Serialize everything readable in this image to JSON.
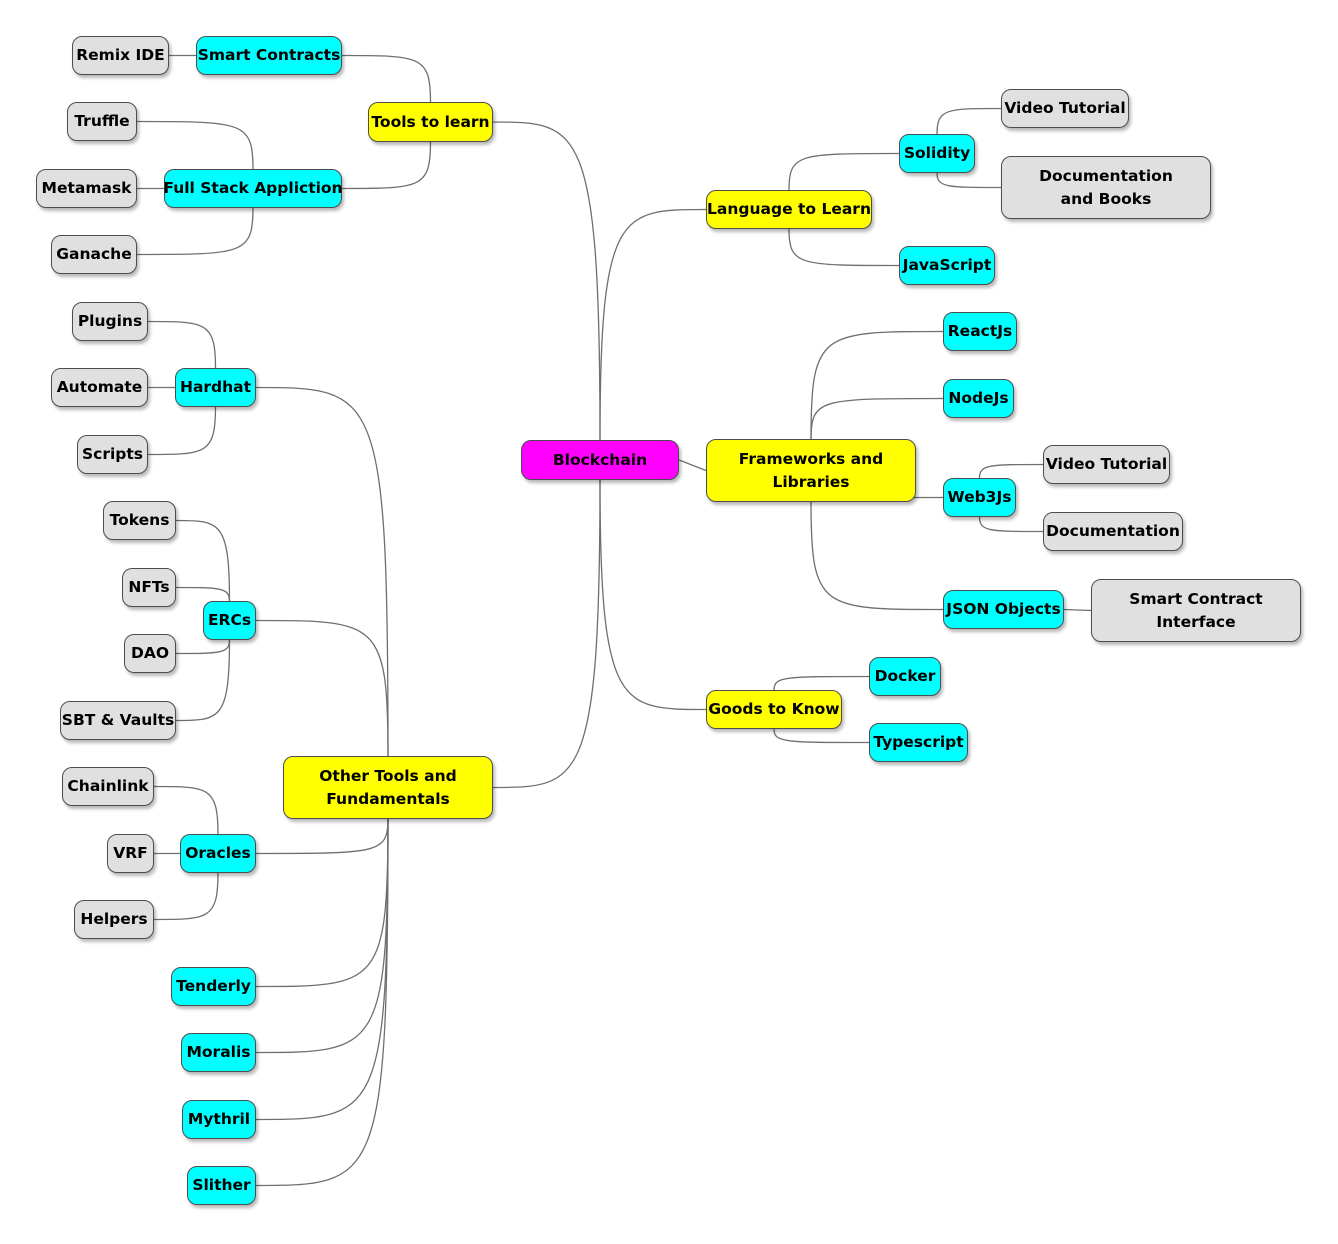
{
  "colors": {
    "root": "#ff00ff",
    "level1": "#ffff00",
    "level2": "#00ffff",
    "leaf": "#e0e0e0",
    "edge": "#6f6f6f"
  },
  "mindmap": {
    "root": "Blockchain",
    "tools_to_learn": {
      "label": "Tools to learn",
      "smart_contracts": {
        "label": "Smart Contracts",
        "remix_ide": "Remix IDE"
      },
      "full_stack": {
        "label": "Full Stack Appliction",
        "truffle": "Truffle",
        "metamask": "Metamask",
        "ganache": "Ganache"
      }
    },
    "other_tools": {
      "label": "Other Tools and Fundamentals",
      "hardhat": {
        "label": "Hardhat",
        "plugins": "Plugins",
        "automate": "Automate",
        "scripts": "Scripts"
      },
      "ercs": {
        "label": "ERCs",
        "tokens": "Tokens",
        "nfts": "NFTs",
        "dao": "DAO",
        "sbt": "SBT & Vaults"
      },
      "oracles": {
        "label": "Oracles",
        "chainlink": "Chainlink",
        "vrf": "VRF",
        "helpers": "Helpers"
      },
      "tenderly": "Tenderly",
      "moralis": "Moralis",
      "mythril": "Mythril",
      "slither": "Slither"
    },
    "language": {
      "label": "Language to Learn",
      "solidity": {
        "label": "Solidity",
        "video": "Video Tutorial",
        "docs": "Documentation and Books"
      },
      "javascript": "JavaScript"
    },
    "frameworks": {
      "label": "Frameworks and Libraries",
      "reactjs": "ReactJs",
      "nodejs": "NodeJs",
      "web3js": {
        "label": "Web3Js",
        "video": "Video Tutorial",
        "docs": "Documentation"
      },
      "json_objects": {
        "label": "JSON Objects",
        "interface": "Smart Contract Interface"
      }
    },
    "goods": {
      "label": "Goods to Know",
      "docker": "Docker",
      "typescript": "Typescript"
    }
  }
}
